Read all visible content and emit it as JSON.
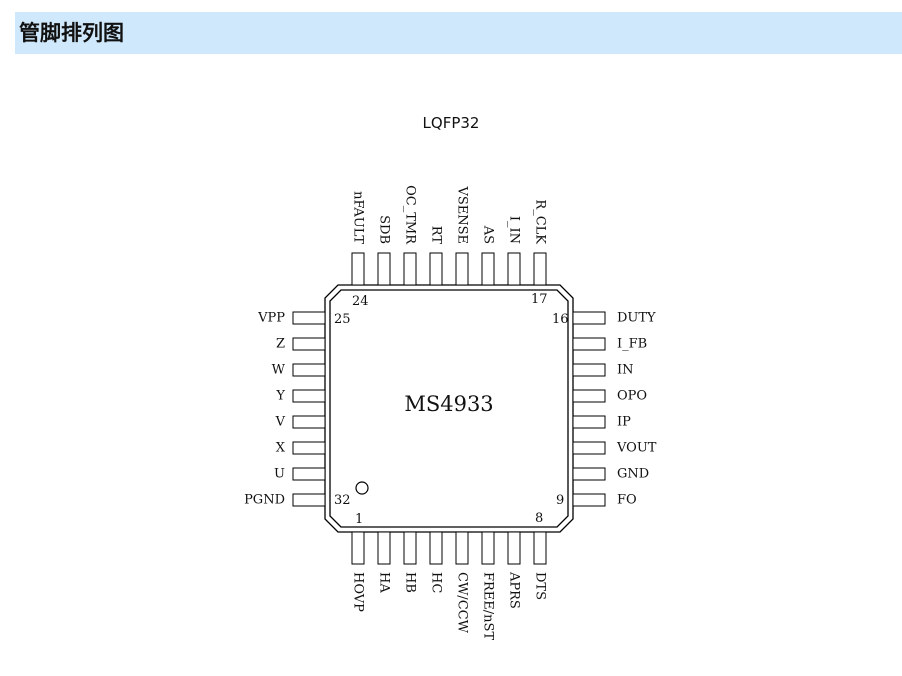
{
  "header": {
    "title": "管脚排列图"
  },
  "package": {
    "name": "LQFP32"
  },
  "chip": {
    "name": "MS4933",
    "colors": {
      "body_stroke": "#000000",
      "fill": "#ffffff",
      "header_bg": "#cfe8fb"
    },
    "pins": {
      "left": [
        "VPP",
        "Z",
        "W",
        "Y",
        "V",
        "X",
        "U",
        "PGND"
      ],
      "right": [
        "DUTY",
        "I_FB",
        "IN",
        "OPO",
        "IP",
        "VOUT",
        "GND",
        "FO"
      ],
      "top": [
        "nFAULT",
        "SDB",
        "OC_TMR",
        "RT",
        "VSENSE",
        "AS",
        "I_IN",
        "R_CLK"
      ],
      "bottom": [
        "HOVP",
        "HA",
        "HB",
        "HC",
        "CW/CCW",
        "FREE/nST",
        "APRS",
        "DTS"
      ]
    },
    "pin_numbers": {
      "top_left": "24",
      "top_right": "17",
      "left_top": "25",
      "left_bottom": "32",
      "right_top": "16",
      "right_bottom": "9",
      "bottom_left": "1",
      "bottom_right": "8"
    }
  }
}
